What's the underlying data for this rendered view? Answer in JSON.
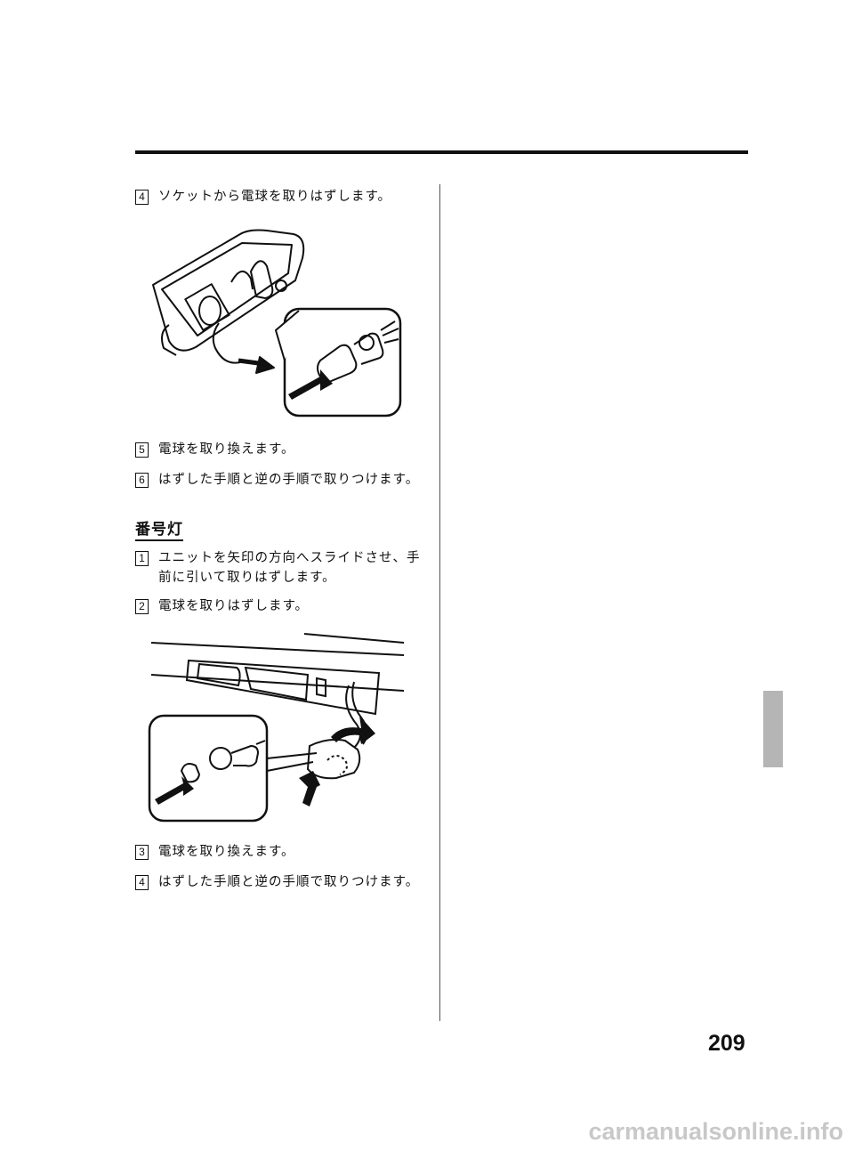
{
  "steps_top": [
    {
      "num": "4",
      "text": "ソケットから電球を取りはずします。"
    },
    {
      "num": "5",
      "text": "電球を取り換えます。"
    },
    {
      "num": "6",
      "text": "はずした手順と逆の手順で取りつけます。"
    }
  ],
  "section_title": "番号灯",
  "steps_bottom": [
    {
      "num": "1",
      "text": "ユニットを矢印の方向へスライドさせ、手前に引いて取りはずします。"
    },
    {
      "num": "2",
      "text": "電球を取りはずします。"
    },
    {
      "num": "3",
      "text": "電球を取り換えます。"
    },
    {
      "num": "4",
      "text": "はずした手順と逆の手順で取りつけます。"
    }
  ],
  "page_number": "209",
  "watermark": "carmanualsonline.info"
}
